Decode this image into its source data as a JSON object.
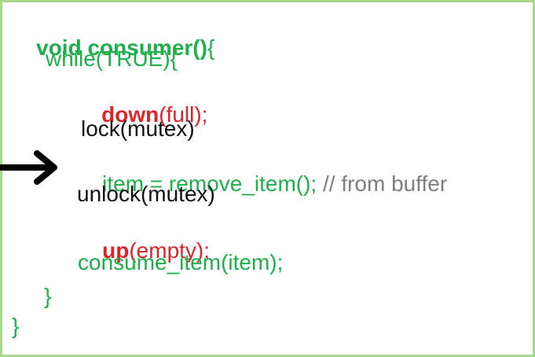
{
  "code": {
    "line1": {
      "keyword": "void consumer()",
      "brace": "{"
    },
    "line2": {
      "text": "while(TRUE){"
    },
    "line3": {
      "fn": "down",
      "args": "(full);"
    },
    "line4": {
      "text": "lock(mutex)"
    },
    "line5": {
      "code": "item = remove_item();",
      "comment": " // from buffer"
    },
    "line6": {
      "text": "unlock(mutex)"
    },
    "line7": {
      "fn": "up",
      "args": "(empty);"
    },
    "line8": {
      "text": "consume_item(item);"
    },
    "line9": {
      "text": "}"
    },
    "line10": {
      "text": "}"
    }
  },
  "colors": {
    "green": "#1fae4c",
    "red": "#d9262b",
    "black": "#111111",
    "gray": "#7d7d7d",
    "border": "#a8d98a"
  },
  "icons": {
    "pointer": "right-arrow-icon"
  }
}
